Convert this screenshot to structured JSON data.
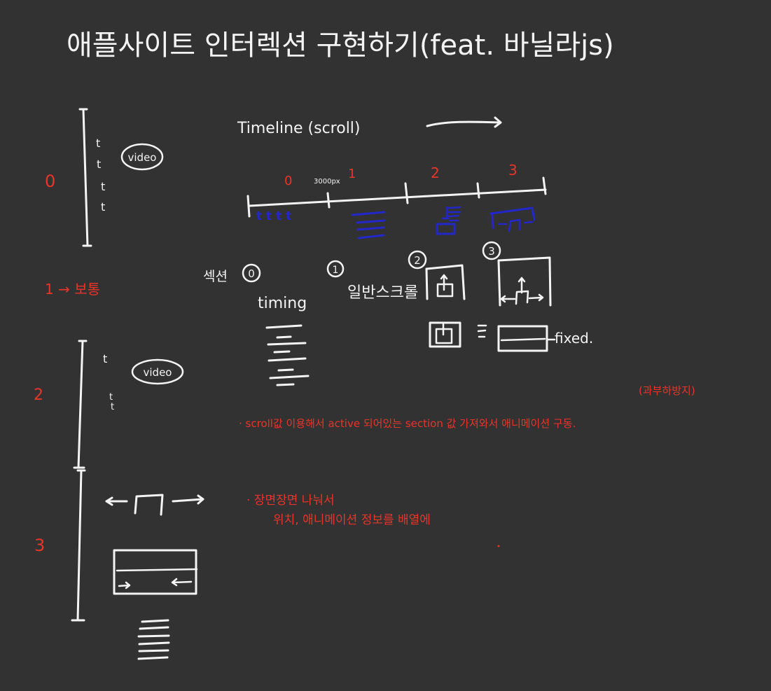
{
  "title": "애플사이트 인터렉션 구현하기(feat. 바닐라js)",
  "colors": {
    "background": "#323232",
    "ink": "#f4f4f4",
    "accent_red": "#e8352a",
    "accent_blue": "#2326c9"
  },
  "sections_left": {
    "s0": {
      "number": "0",
      "t_marks": [
        "t",
        "t",
        "t",
        "t"
      ],
      "video_label": "video"
    },
    "note_1": "1 → 보통",
    "s2": {
      "number": "2",
      "t_marks": [
        "t",
        "t",
        "t"
      ],
      "video_label": "video"
    },
    "s3": {
      "number": "3"
    }
  },
  "timeline": {
    "label": "Timeline (scroll)",
    "segments": [
      "0",
      "1",
      "2",
      "3"
    ],
    "px_label": "3000px",
    "t_marks_label": "t t t t"
  },
  "scenes": {
    "s0_label": "섹션",
    "s0_circle": "0",
    "s0_text": "timing",
    "s1_circle": "1",
    "s1_text": "일반스크롤",
    "s2_circle": "2",
    "s3_circle": "3",
    "fixed_label": "fixed."
  },
  "notes": {
    "paren_note": "(과부하방지)",
    "note1": "· scroll값 이용해서 active 되어있는 section 값 가져와서 애니메이션 구동.",
    "note2_line1": "· 장면장면 나눠서",
    "note2_line2": "위치, 애니메이션 정보를 배열에"
  }
}
